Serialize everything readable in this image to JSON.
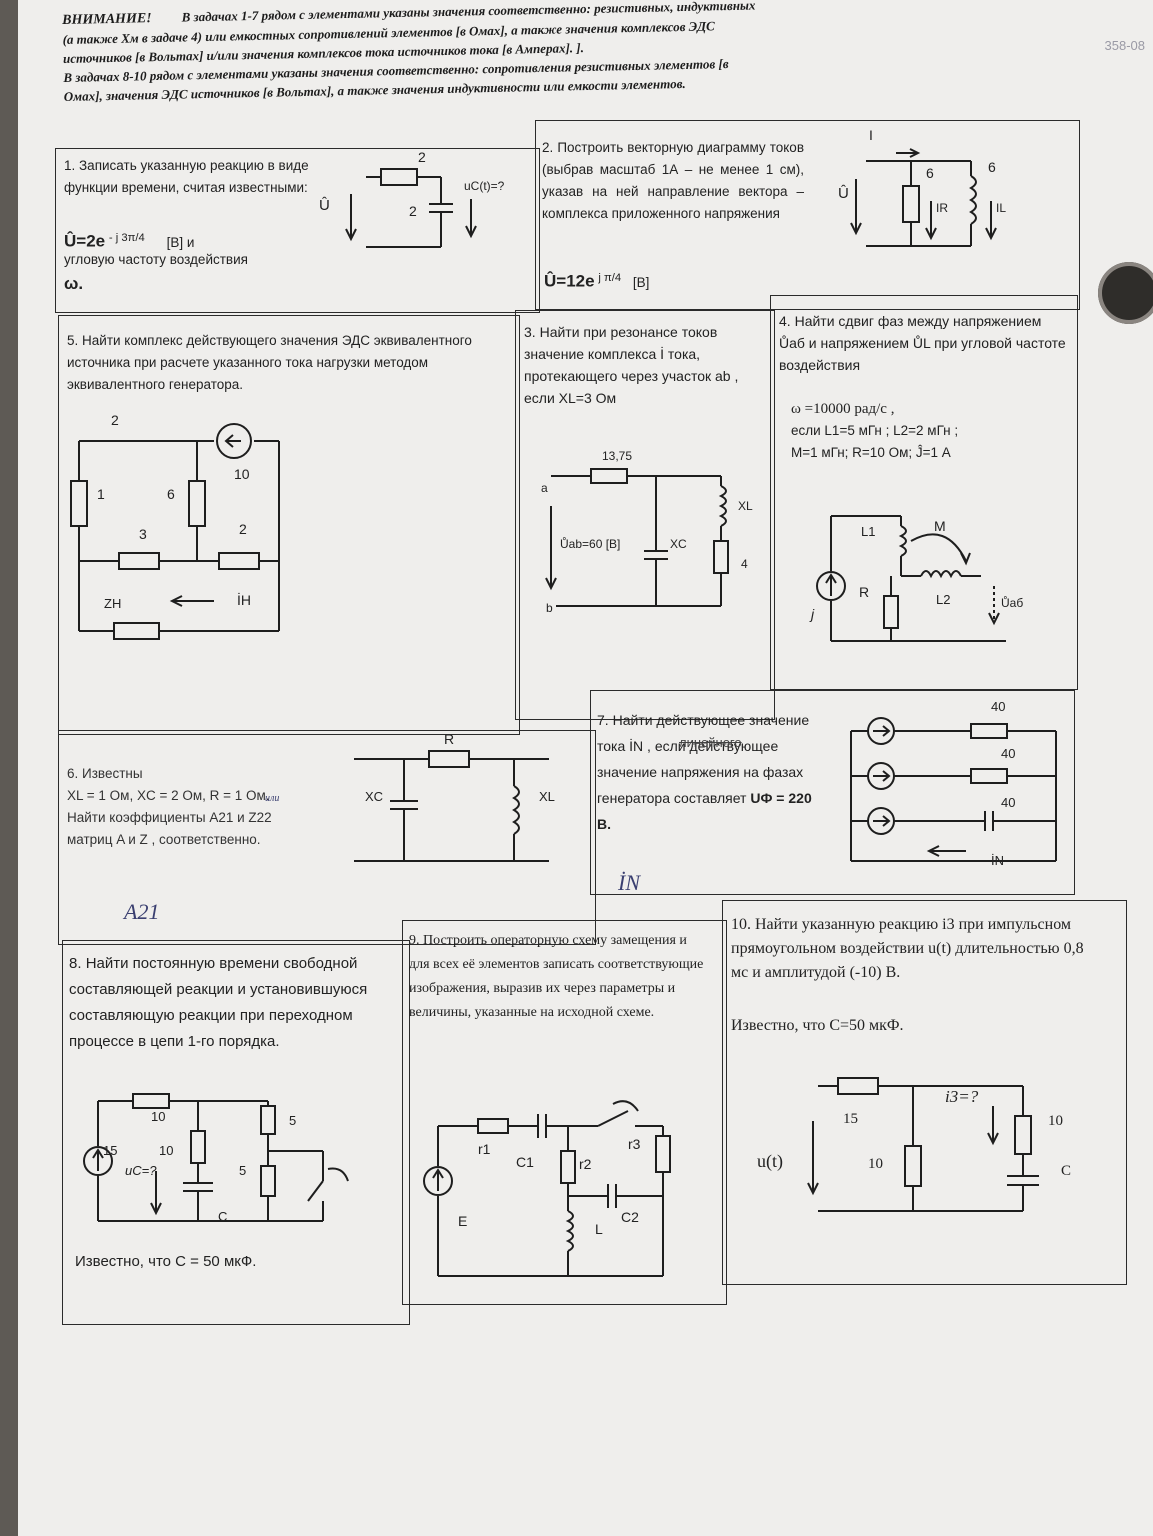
{
  "header": {
    "attention": "ВНИМАНИЕ!",
    "line1": "В задачах 1-7 рядом с элементами указаны значения соответственно: резистивных, индуктивных",
    "line2": "(а также Xм в задаче 4) или емкостных сопротивлений элементов [в Омах], а также значения комплексов ЭДС",
    "line3": "источников [в Вольтах] и/или значения комплексов тока источников тока [в Амперах]. ].",
    "line4": "В задачах 8-10 рядом с элементами указаны значения соответственно: сопротивления резистивных элементов [в",
    "line5": "Омах], значения ЭДС источников [в Вольтах], а также значения индуктивности или емкости элементов.",
    "margin_note": "358-08"
  },
  "task1": {
    "num": "1.",
    "text": "Записать указанную реакцию в виде функции времени, считая известными:",
    "formula": "Û=2e",
    "exp": "- j 3π/4",
    "unit": "[В] и",
    "text2": "угловую частоту воздействия",
    "omega": "ω.",
    "r_label": "2",
    "c_label": "2",
    "u_label": "Û",
    "reaction": "uC(t)=?"
  },
  "task2": {
    "num": "2.",
    "text": "Построить векторную диаграмму токов (выбрав масштаб 1А – не менее 1 см), указав на ней направление вектора – комплекса приложенного напряжения",
    "formula": "Û=12e",
    "exp": "j π/4",
    "unit": "[В]",
    "i_label": "I",
    "u_label": "Û",
    "r_label": "6",
    "l_label": "6",
    "ir": "IR",
    "il": "IL"
  },
  "task5": {
    "num": "5.",
    "text": "Найти комплекс действующего значения ЭДС эквивалентного источника при расчете указанного тока нагрузки методом эквивалентного генератора.",
    "labels": [
      "2",
      "10",
      "1",
      "6",
      "3",
      "2"
    ],
    "zn": "ZН",
    "in": "İН"
  },
  "task3": {
    "num": "3.",
    "text": "Найти при резонансе токов значение комплекса İ тока, протекающего через участок ab , если XL=3 Ом",
    "r_label": "13,75",
    "a": "a",
    "b": "b",
    "uab": "Ůab=60 [В]",
    "xc": "XC",
    "xl": "XL",
    "r2": "4"
  },
  "task4": {
    "num": "4.",
    "text1": "Найти сдвиг фаз между напряжением Ůаб и напряжением ŮL при угловой частоте воздействия",
    "text2": "ω =10000 рад/с ,",
    "text3": "если L1=5 мГн ; L2=2 мГн ;",
    "text4": "M=1 мГн; R=10 Ом; Ĵ=1 А",
    "l1": "L1",
    "l2": "L2",
    "m": "M",
    "r": "R",
    "j": "j",
    "uab": "Ůаб"
  },
  "task6": {
    "num": "6.",
    "text1": "Известны",
    "text2": "XL = 1 Ом, XC = 2 Ом, R = 1 Ом.",
    "text3": "Найти коэффициенты A21 и Z22",
    "text4": "матриц A и Z , соответственно.",
    "hand_note": "или",
    "r": "R",
    "xc": "XC",
    "xl": "XL",
    "hand_a21": "A21"
  },
  "task7": {
    "num": "7.",
    "text": "Найти действующее значение тока İN , если действующее значение напряжения на фазах генератора составляет",
    "struck": "линейного",
    "uf": "UФ = 220 В.",
    "labels": [
      "40",
      "40",
      "40"
    ],
    "in": "İN",
    "hand_in": "İN"
  },
  "task8": {
    "num": "8.",
    "text": "Найти постоянную времени свободной составляющей реакции и установившуюся составляющую реакции при переходном процессе в цепи 1-го порядка.",
    "known": "Известно, что C = 50 мкФ.",
    "labels": [
      "10",
      "15",
      "10",
      "5",
      "5"
    ],
    "uc": "uC=?",
    "c": "C"
  },
  "task9": {
    "num": "9.",
    "text": "Построить операторную схему замещения и для всех её элементов записать соответствующие изображения, выразив их через параметры и величины, указанные на исходной схеме.",
    "labels": [
      "r1",
      "C1",
      "r2",
      "r3",
      "C2",
      "L",
      "E"
    ]
  },
  "task10": {
    "num": "10.",
    "text": "Найти указанную реакцию i3 при импульсном прямоугольном воздействии u(t) длительностью 0,8 мс и амплитудой (-10) В.",
    "known": "Известно, что C=50 мкФ.",
    "labels": [
      "15",
      "10",
      "10",
      "C"
    ],
    "i3": "i3=?",
    "ut": "u(t)"
  }
}
